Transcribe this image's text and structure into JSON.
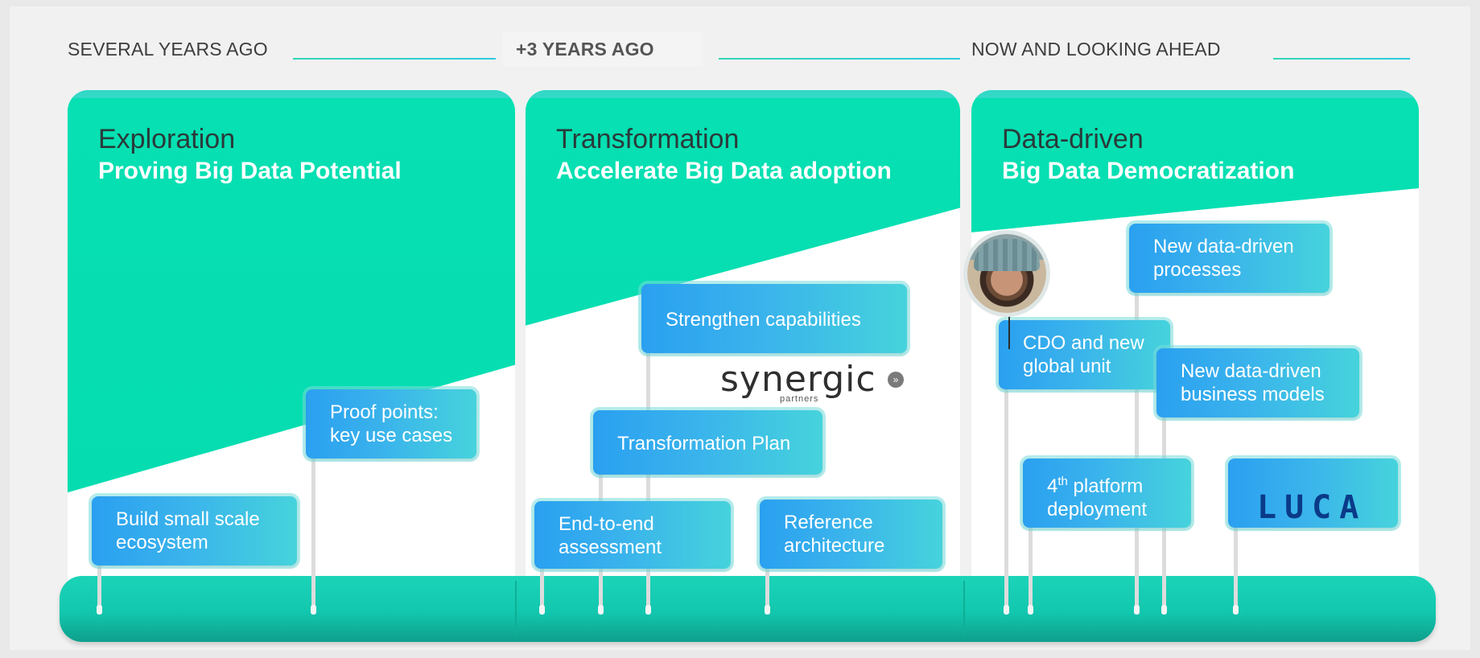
{
  "eras": [
    {
      "label": "SEVERAL YEARS AGO"
    },
    {
      "label": "+3 YEARS AGO"
    },
    {
      "label": "NOW AND LOOKING AHEAD"
    }
  ],
  "panels": [
    {
      "title": "Exploration",
      "subtitle": "Proving Big Data Potential"
    },
    {
      "title": "Transformation",
      "subtitle": "Accelerate Big Data adoption"
    },
    {
      "title": "Data-driven",
      "subtitle": "Big Data Democratization"
    }
  ],
  "flags": {
    "build_small": "Build small scale\necosystem",
    "proof_points": "Proof points:\nkey use cases",
    "strengthen": "Strengthen capabilities",
    "transformation_plan": "Transformation Plan",
    "end_to_end": "End-to-end\nassessment",
    "reference_arch": "Reference\narchitecture",
    "new_processes": "New data-driven\nprocesses",
    "cdo": "CDO and new\nglobal unit",
    "new_models": "New data-driven\nbusiness models",
    "platform_pre": "4",
    "platform_sup": "th",
    "platform_post": " platform\ndeployment",
    "luca": "LUCA"
  },
  "logos": {
    "synergic_word": "synergic",
    "synergic_small": "partners",
    "synergic_dot": "»"
  },
  "colors": {
    "panel_green": "#06e0b2",
    "flag_blue": "#2aa0f0",
    "flag_cyan": "#46d3dc",
    "base_teal": "#12c7ae",
    "luca_navy": "#0a3a88"
  }
}
